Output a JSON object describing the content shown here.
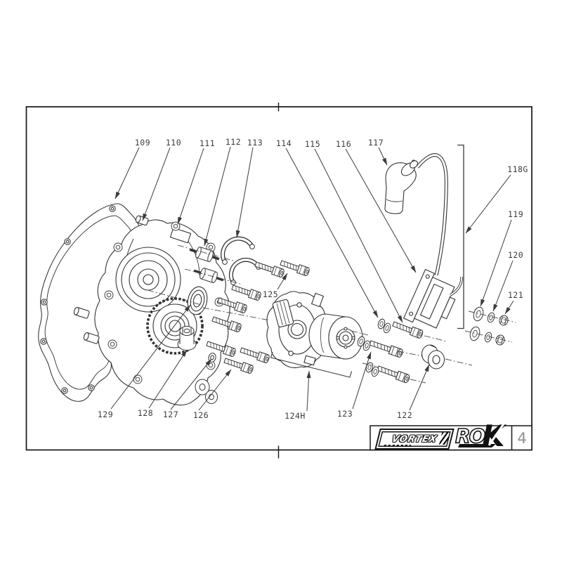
{
  "footer": {
    "vortex_logo": "VORTEX",
    "rok_logo_ro": "RO",
    "rok_logo_k": "K",
    "page_number": "4"
  },
  "labels": [
    {
      "text": "109"
    },
    {
      "text": "110"
    },
    {
      "text": "111"
    },
    {
      "text": "112"
    },
    {
      "text": "113"
    },
    {
      "text": "114"
    },
    {
      "text": "115"
    },
    {
      "text": "116"
    },
    {
      "text": "117"
    },
    {
      "text": "118G"
    },
    {
      "text": "119"
    },
    {
      "text": "120"
    },
    {
      "text": "121"
    },
    {
      "text": "122"
    },
    {
      "text": "123"
    },
    {
      "text": "124H"
    },
    {
      "text": "125"
    },
    {
      "text": "126"
    },
    {
      "text": "127"
    },
    {
      "text": "128"
    },
    {
      "text": "129"
    }
  ]
}
